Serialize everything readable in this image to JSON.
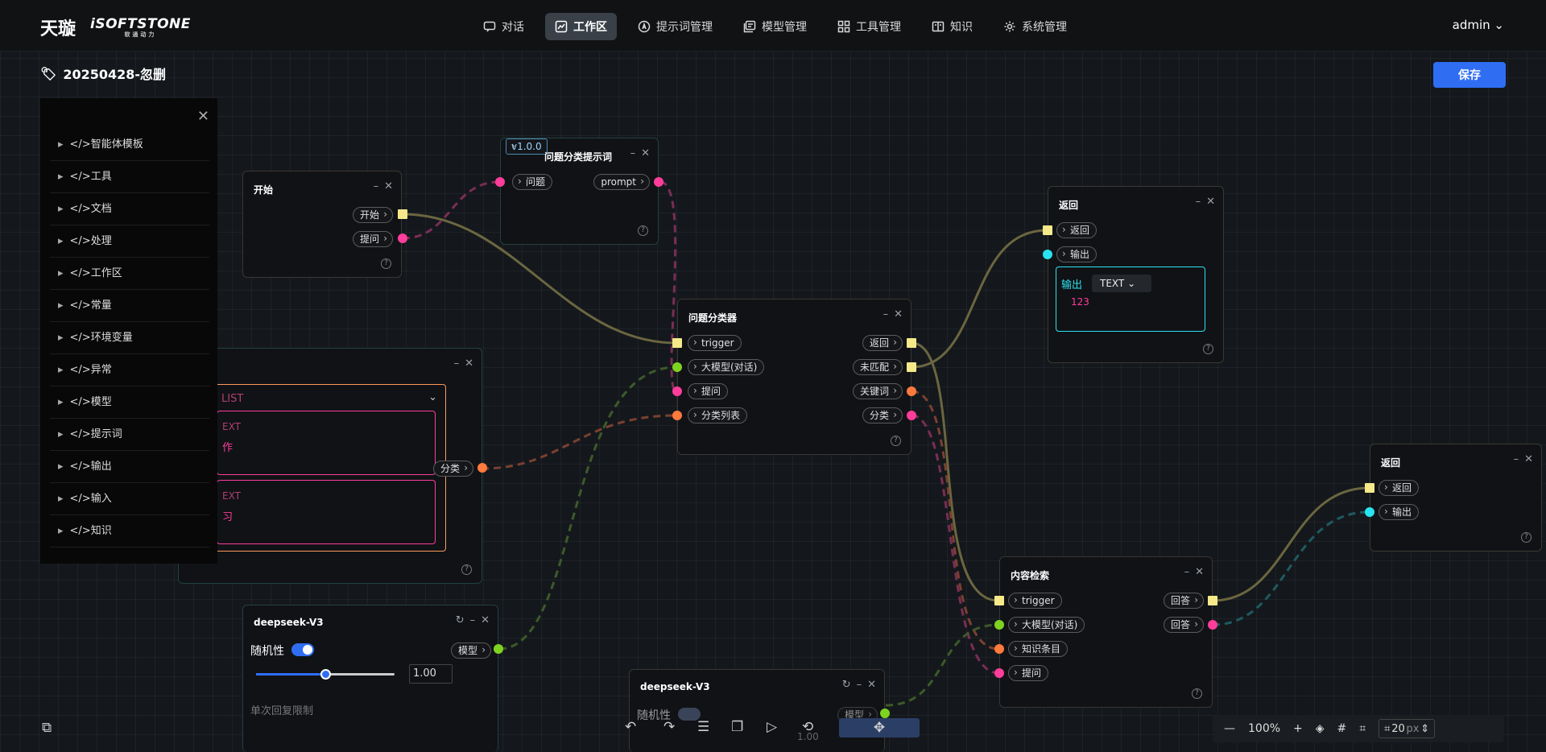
{
  "logo": {
    "main": "天璇",
    "brand": "iSOFTSTONE",
    "brand_sub": "软通动力"
  },
  "nav": [
    {
      "label": "对话",
      "icon": "chat-icon"
    },
    {
      "label": "工作区",
      "icon": "chart-icon",
      "active": true
    },
    {
      "label": "提示词管理",
      "icon": "prompt-icon"
    },
    {
      "label": "模型管理",
      "icon": "model-icon"
    },
    {
      "label": "工具管理",
      "icon": "tools-icon"
    },
    {
      "label": "知识",
      "icon": "book-icon"
    },
    {
      "label": "系统管理",
      "icon": "gear-icon"
    }
  ],
  "user": "admin",
  "workspace_title": "20250428-忽删",
  "save_label": "保存",
  "sidebar": [
    "</>智能体模板",
    "</>工具",
    "</>文档",
    "</>处理",
    "</>工作区",
    "</>常量",
    "</>环境变量",
    "</>异常",
    "</>模型",
    "</>提示词",
    "</>输出",
    "</>输入",
    "</>知识"
  ],
  "nodes": {
    "start": {
      "title": "开始",
      "out1": "开始",
      "out2": "提问"
    },
    "prompt": {
      "version": "v1.0.0",
      "title": "问题分类提示词",
      "in1": "问题",
      "out1": "prompt"
    },
    "list": {
      "select": "LIST",
      "item1_type": "EXT",
      "item1_val": "作",
      "item2_type": "EXT",
      "item2_val": "习",
      "out1": "分类"
    },
    "classifier": {
      "title": "问题分类器",
      "in": [
        "trigger",
        "大模型(对话)",
        "提问",
        "分类列表"
      ],
      "out": [
        "返回",
        "未匹配",
        "关键词",
        "分类"
      ]
    },
    "return1": {
      "title": "返回",
      "in1": "返回",
      "in2": "输出",
      "out_label": "输出",
      "type": "TEXT",
      "value": "123"
    },
    "return2": {
      "title": "返回",
      "in1": "返回",
      "in2": "输出"
    },
    "search": {
      "title": "内容检索",
      "in": [
        "trigger",
        "大模型(对话)",
        "知识条目",
        "提问"
      ],
      "out": [
        "回答",
        "回答"
      ]
    },
    "ds1": {
      "title": "deepseek-V3",
      "random_label": "随机性",
      "value": "1.00",
      "out1": "模型",
      "limit_label": "单次回复限制"
    },
    "ds2": {
      "title": "deepseek-V3",
      "random_label": "随机性",
      "out1": "模型",
      "value": "1.00"
    }
  },
  "zoom": "100%",
  "grid_size": "20",
  "grid_unit": "px",
  "colors": {
    "accent": "#2f6ef3",
    "trigger": "#f5e98a",
    "llm": "#7ed321",
    "text": "#ff3d9a",
    "list": "#ff7a3d",
    "output": "#29e3f0"
  }
}
